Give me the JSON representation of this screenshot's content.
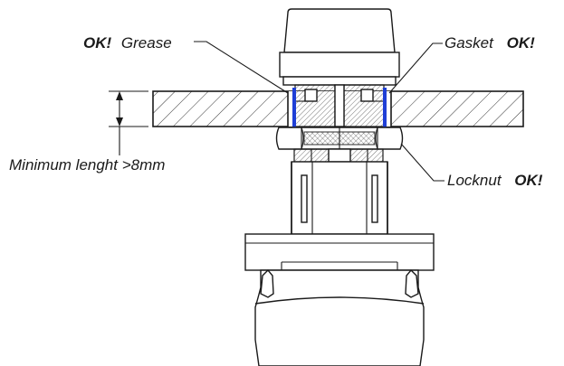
{
  "labels": {
    "grease": {
      "ok": "OK!",
      "text": "Grease"
    },
    "gasket": {
      "text": "Gasket",
      "ok": "OK!"
    },
    "locknut": {
      "text": "Locknut",
      "ok": "OK!"
    },
    "minimum_length": "Minimum lenght >8mm"
  },
  "colors": {
    "line": "#1a1a1a",
    "gasket": "#1f3fd6",
    "background": "#ffffff"
  }
}
